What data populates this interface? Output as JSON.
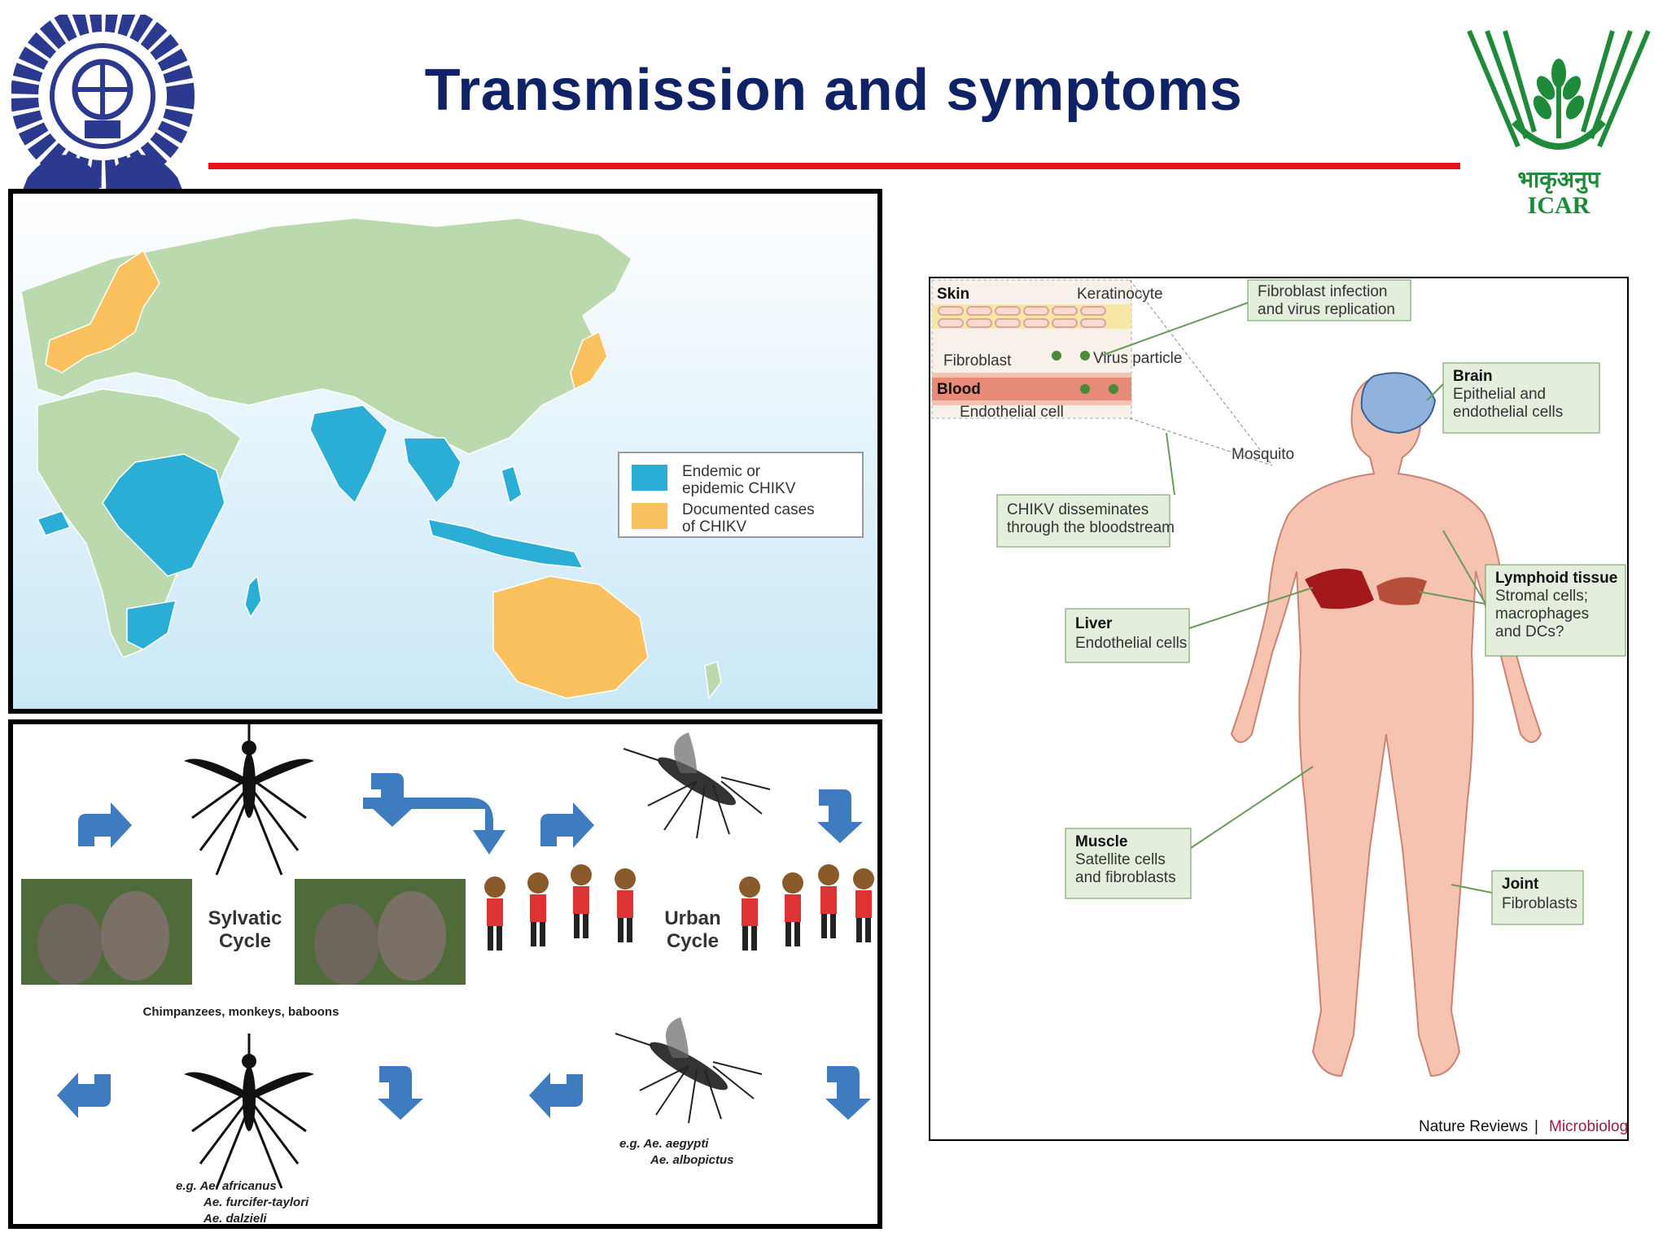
{
  "slide": {
    "title": "Transmission and symptoms",
    "logo_right_text": "भाकृअनुप",
    "logo_right_abbr": "ICAR"
  },
  "map": {
    "legend": [
      {
        "label_line1": "Endemic or",
        "label_line2": "epidemic CHIKV",
        "color": "#2aaed6"
      },
      {
        "label_line1": "Documented cases",
        "label_line2": "of CHIKV",
        "color": "#fbc15e"
      }
    ]
  },
  "cycle": {
    "sylvatic_l1": "Sylvatic",
    "sylvatic_l2": "Cycle",
    "urban_l1": "Urban",
    "urban_l2": "Cycle",
    "hosts": "Chimpanzees, monkeys, baboons",
    "sylvatic_vectors": [
      "e.g. Ae. africanus",
      "Ae. furcifer-taylori",
      "Ae. dalzieli"
    ],
    "urban_vectors": [
      "e.g. Ae. aegypti",
      "Ae. albopictus"
    ]
  },
  "body": {
    "skin": "Skin",
    "keratinocyte": "Keratinocyte",
    "fibroblast": "Fibroblast",
    "virus_particle": "Virus particle",
    "blood": "Blood",
    "endothelial": "Endothelial cell",
    "mosquito": "Mosquito",
    "fibro_infection_l1": "Fibroblast infection",
    "fibro_infection_l2": "and virus replication",
    "brain_title": "Brain",
    "brain_l1": "Epithelial and",
    "brain_l2": "endothelial cells",
    "dissem_l1": "CHIKV disseminates",
    "dissem_l2": "through the bloodstream",
    "liver_title": "Liver",
    "liver_l1": "Endothelial cells",
    "lymph_title": "Lymphoid tissue",
    "lymph_l1": "Stromal cells;",
    "lymph_l2": "macrophages",
    "lymph_l3": "and DCs?",
    "muscle_title": "Muscle",
    "muscle_l1": "Satellite cells",
    "muscle_l2": "and fibroblasts",
    "joint_title": "Joint",
    "joint_l1": "Fibroblasts",
    "credit_a": "Nature Reviews",
    "credit_sep": " | ",
    "credit_b": "Microbiology"
  }
}
